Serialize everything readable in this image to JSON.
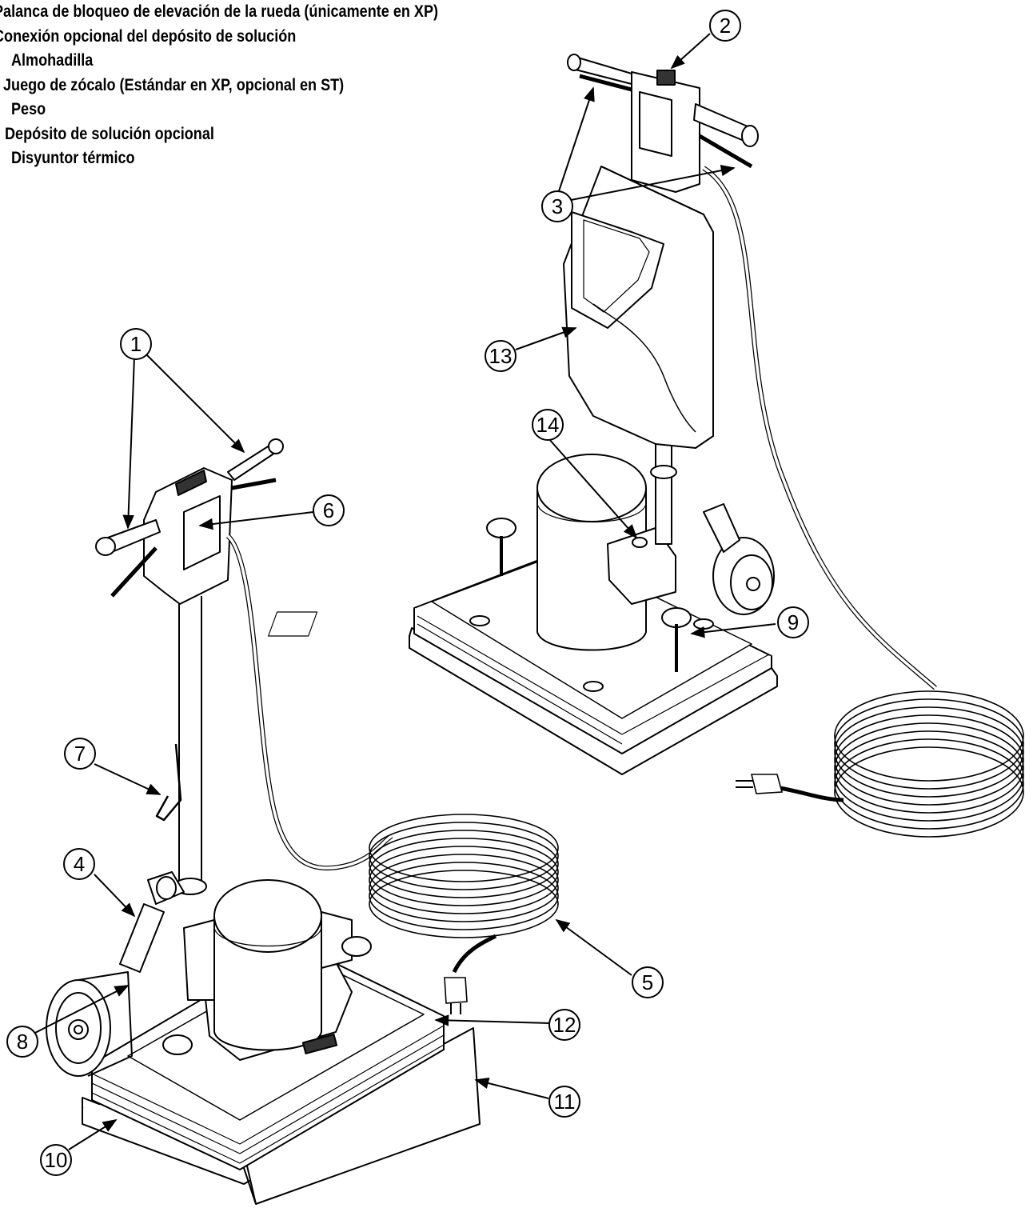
{
  "legend": {
    "lines": [
      "Palanca de bloqueo de elevación de la rueda (únicamente en XP)",
      "Conexión opcional del depósito de solución",
      "Almohadilla",
      "Juego de zócalo (Estándar en XP, opcional en ST)",
      "Peso",
      "Depósito de solución opcional",
      "Disyuntor    térmico"
    ]
  },
  "callouts": [
    "1",
    "2",
    "3",
    "4",
    "5",
    "6",
    "7",
    "8",
    "9",
    "10",
    "11",
    "12",
    "13",
    "14"
  ]
}
